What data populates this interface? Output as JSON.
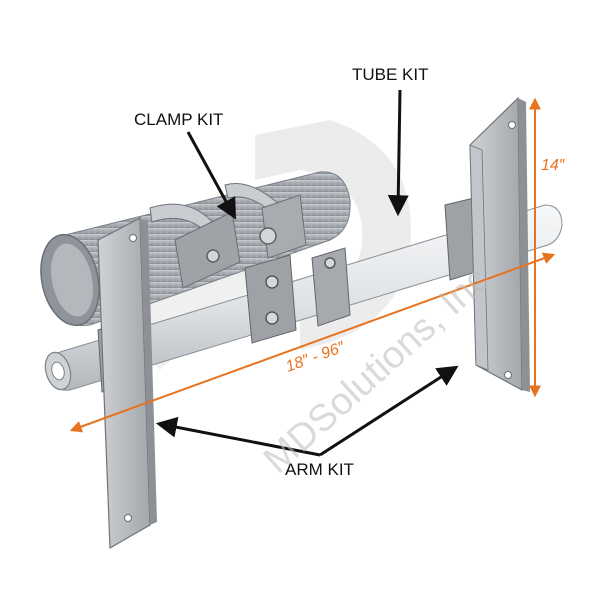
{
  "labels": {
    "tube_kit": "TUBE KIT",
    "clamp_kit": "CLAMP KIT",
    "arm_kit": "ARM KIT"
  },
  "dimensions": {
    "length": "18″ - 96″",
    "height": "14″"
  },
  "watermark": {
    "text": "MDSolutions, Inc"
  },
  "colors": {
    "dimension": "#e8731f",
    "arrow": "#111111",
    "pipe": "#a9aeb4",
    "tube": "#e3e5e8",
    "metal": "#b9bcc0",
    "metal_dark": "#8e9297"
  }
}
